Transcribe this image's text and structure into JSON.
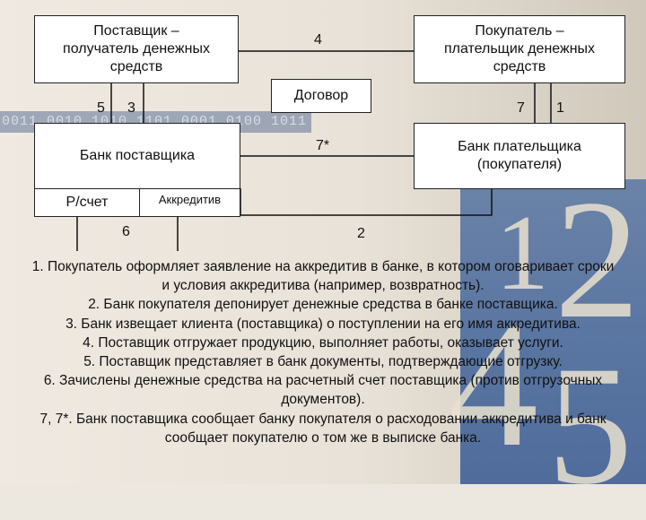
{
  "boxes": {
    "supplier": "Поставщик –\nполучатель денежных\nсредств",
    "buyer": "Покупатель –\nплательщик денежных\nсредств",
    "contract": "Договор",
    "supplier_bank": "Банк поставщика",
    "buyer_bank": "Банк плательщика\n(покупателя)",
    "account": "Р/счет",
    "letter_of_credit": "Аккредитив"
  },
  "flow_labels": {
    "l4": "4",
    "l5": "5",
    "l3": "3",
    "l7": "7",
    "l1": "1",
    "l7star": "7*",
    "l6": "6",
    "l2": "2"
  },
  "background_binary": "0011 0010 1010 1101 0001 0100 1011",
  "background_digits": [
    "1",
    "2",
    "4",
    "5"
  ],
  "description": [
    "1. Покупатель оформляет заявление на аккредитив в банке, в котором оговаривает сроки и условия аккредитива (например, возвратность).",
    "2. Банк покупателя депонирует денежные средства в банке поставщика.",
    "3. Банк извещает клиента (поставщика) о поступлении на его имя аккредитива.",
    "4. Поставщик отгружает продукцию, выполняет работы, оказывает услуги.",
    "5. Поставщик представляет в банк документы, подтверждающие отгрузку.",
    "6. Зачислены денежные средства на расчетный счет поставщика (против отгрузочных документов).",
    "7, 7*. Банк поставщика сообщает банку покупателя о расходовании аккредитива и банк сообщает покупателю о том же в выписке банка."
  ]
}
